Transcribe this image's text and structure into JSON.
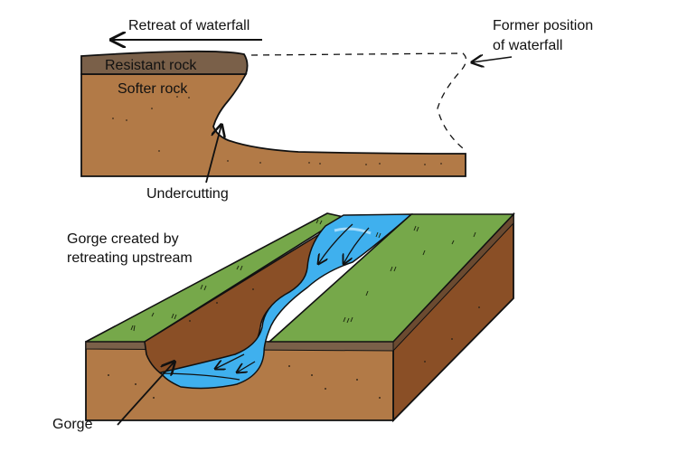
{
  "top_diagram": {
    "labels": {
      "retreat": "Retreat of waterfall",
      "former_line1": "Former position",
      "former_line2": "of waterfall",
      "resistant": "Resistant rock",
      "softer": "Softer rock",
      "undercutting": "Undercutting"
    }
  },
  "bottom_diagram": {
    "labels": {
      "gorge_created_line1": "Gorge created by",
      "gorge_created_line2": "retreating upstream",
      "gorge": "Gorge"
    }
  },
  "colors": {
    "resistant_rock": "#7a6049",
    "softer_rock": "#b27a47",
    "grass": "#76a84a",
    "soil_dark": "#8a4f26",
    "soil_front": "#b27a47",
    "topsoil": "#7a6049",
    "water": "#3fb0ee",
    "outline": "#111111"
  }
}
